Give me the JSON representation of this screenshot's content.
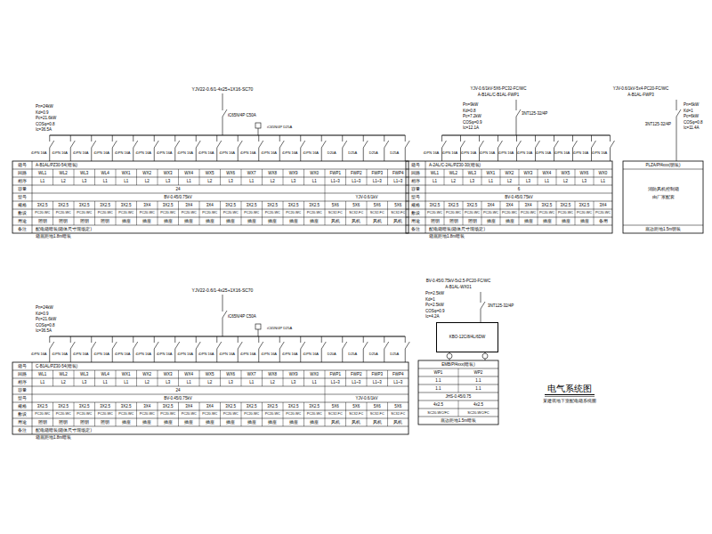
{
  "diagram": {
    "title": "电气系统图",
    "caption": "某建筑地下室配电箱系统图",
    "nodes": [
      {
        "text": [
          "KBO-12C/8/4L/6DW"
        ]
      }
    ],
    "labels": [
      "YJV22-0.6/1-4x25+1X16-SC70",
      "Pn=24kW",
      "Kd=0.9",
      "Pc=21.6kW",
      "COSφ=0.8",
      "Ic=36.5A",
      "iC65N/4P C50A",
      "iC65N/4P D25A",
      "iDPN 16A",
      "iDPN 16A",
      "iDPN 16A",
      "iDPN 16A",
      "iDPN 16A",
      "iDPN 16A",
      "iDPN 16A",
      "iDPN 16A",
      "iDPN 16A",
      "iDPN 16A",
      "iDPN 16A",
      "iDPN 16A",
      "iDPN 16A",
      "iDPN 16A",
      "D20A",
      "D25A",
      "D25A",
      "D25A",
      "A-B1AL/PZ30-54(暗装)",
      "箱号",
      "回路",
      "相序",
      "容量",
      "型号",
      "规格",
      "敷设",
      "用途",
      "备注",
      "WL1",
      "WL2",
      "WL3",
      "WL4",
      "WX1",
      "WX2",
      "WX3",
      "WX4",
      "WX5",
      "WX6",
      "WX7",
      "WX8",
      "WX9",
      "WX0",
      "FWP1",
      "FWP2",
      "FWP3",
      "FWP4",
      "L1",
      "L2",
      "L3",
      "L1",
      "L1",
      "L2",
      "L3",
      "L1",
      "L2",
      "L3",
      "L1",
      "L2",
      "L3",
      "L1",
      "L1~3",
      "L1~3",
      "L1~3",
      "L1~3",
      "24",
      "BV-0.45/0.75kV",
      "YJV-0.6/1kV",
      "3X2.5",
      "3X2.5",
      "3X2.5",
      "3X2.5",
      "3X2.5",
      "3X4",
      "3X2.5",
      "3X4",
      "3X4",
      "3X2.5",
      "3X2.5",
      "3X2.5",
      "3X2.5",
      "3X2.5",
      "5X6",
      "5X6",
      "5X6",
      "5X6",
      "PC20-WC",
      "PC20-WC",
      "PC20-WC",
      "PC20-WC",
      "PC20-WC",
      "PC20-WC",
      "PC20-WC",
      "PC20-WC",
      "PC20-WC",
      "PC20-WC",
      "PC20-WC",
      "PC20-WC",
      "PC20-WC",
      "PC20-WC",
      "SC32-FC",
      "SC32-FC",
      "SC32-FC",
      "SC32-FC",
      "照明",
      "照明",
      "照明",
      "照明",
      "插座",
      "插座",
      "插座",
      "插座",
      "插座",
      "插座",
      "插座",
      "插座",
      "插座",
      "插座",
      "风机",
      "风机",
      "风机",
      "风机",
      "配电箱暗装(箱体尺寸现场定)",
      "箱底距地1.8m暗装",
      "YJV-0.6/1kV-5X6-PC32-FC/WC",
      "A-B1AL/C-B1AL-FWP1",
      "Pn=9kW",
      "Kd=0.8",
      "Pc=7.2kW",
      "COSφ=0.9",
      "Ic=12.1A",
      "3NT125-32/4P",
      "iDPN 16A",
      "iDPN 16A",
      "iDPN 16A",
      "iDPN 16A",
      "iDPN 16A",
      "iDPN 16A",
      "iDPN 16A",
      "iDPN 16A",
      "iDPN 16A",
      "iDPN 16A",
      "A-2AL/C-2AL/PZ30-30(暗装)",
      "箱号",
      "回路",
      "相序",
      "容量",
      "型号",
      "规格",
      "敷设",
      "用途",
      "备注",
      "WL1",
      "WL2",
      "WL3",
      "WX1",
      "WX2",
      "WX3",
      "WX4",
      "WX5",
      "WX6",
      "WX0",
      "L1",
      "L2",
      "L3",
      "L1",
      "L2",
      "L3",
      "L1",
      "L2",
      "L3",
      "L1",
      "6",
      "BV-0.45/0.75kV",
      "3X2.5",
      "3X2.5",
      "3X2.5",
      "3X4",
      "3X4",
      "3X4",
      "3X2.5",
      "3X2.5",
      "3X2.5",
      "3X4",
      "PC20-WC",
      "PC20-WC",
      "PC20-WC",
      "PC20-WC",
      "PC20-WC",
      "PC20-WC",
      "PC20-WC",
      "PC20-WC",
      "PC20-WC",
      "PC20-WC",
      "照明",
      "照明",
      "照明",
      "插座",
      "插座",
      "插座",
      "插座",
      "插座",
      "插座",
      "备用",
      "配电箱暗装(箱体尺寸现场定)",
      "箱底距地1.8m暗装",
      "YJV-0.6/1kV-5x4-PC20-FC/WC",
      "A-B1AL-FWP3",
      "3NT125-32/4P",
      "Pn=6kW",
      "Kd=1",
      "Pc=6kW",
      "COSφ=0.8",
      "Ic=11.4A",
      "PLZA/Pf4xxx(明装)",
      "消防风机控制箱",
      "由厂家配套",
      "底边距地1.5m明装",
      "YJV22-0.6/1-4x25+1X16-SC70",
      "Pn=24kW",
      "Kd=0.9",
      "Pc=21.6kW",
      "COSφ=0.8",
      "Ic=36.5A",
      "iC65N/4P C50A",
      "iC65N/4P D25A",
      "iDPN 16A",
      "iDPN 16A",
      "iDPN 16A",
      "iDPN 16A",
      "iDPN 16A",
      "iDPN 16A",
      "iDPN 16A",
      "iDPN 16A",
      "iDPN 16A",
      "iDPN 16A",
      "iDPN 16A",
      "iDPN 16A",
      "iDPN 16A",
      "iDPN 16A",
      "D20A",
      "D25A",
      "D25A",
      "D25A",
      "C-B1AL/PZ30-54(暗装)",
      "箱号",
      "回路",
      "相序",
      "容量",
      "型号",
      "规格",
      "敷设",
      "用途",
      "备注",
      "WL1",
      "WL2",
      "WL3",
      "WL4",
      "WX1",
      "WX2",
      "WX3",
      "WX4",
      "WX5",
      "WX6",
      "WX7",
      "WX8",
      "WX9",
      "WX0",
      "FWP1",
      "FWP2",
      "FWP3",
      "FWP4",
      "L1",
      "L2",
      "L3",
      "L1",
      "L1",
      "L2",
      "L3",
      "L1",
      "L2",
      "L3",
      "L1",
      "L2",
      "L3",
      "L1",
      "L1~3",
      "L1~3",
      "L1~3",
      "L1~3",
      "24",
      "BV-0.45/0.75kV",
      "YJV-0.6/1kV",
      "3X2.5",
      "3X2.5",
      "3X2.5",
      "3X2.5",
      "3X2.5",
      "3X4",
      "3X2.5",
      "3X4",
      "3X4",
      "3X2.5",
      "3X2.5",
      "3X2.5",
      "3X2.5",
      "3X2.5",
      "5X6",
      "5X6",
      "5X6",
      "5X6",
      "PC20-WC",
      "PC20-WC",
      "PC20-WC",
      "PC20-WC",
      "PC20-WC",
      "PC20-WC",
      "PC20-WC",
      "PC20-WC",
      "PC20-WC",
      "PC20-WC",
      "PC20-WC",
      "PC20-WC",
      "PC20-WC",
      "PC20-WC",
      "SC32-FC",
      "SC32-FC",
      "SC32-FC",
      "SC32-FC",
      "照明",
      "照明",
      "照明",
      "照明",
      "插座",
      "插座",
      "插座",
      "插座",
      "插座",
      "插座",
      "插座",
      "插座",
      "插座",
      "插座",
      "风机",
      "风机",
      "风机",
      "风机",
      "配电箱暗装(箱体尺寸现场定)",
      "箱底距地1.8m暗装",
      "BV-0.45/0.75kV-5x2.5-PC20-FC/WC",
      "A-B1AL-WX01",
      "Pn=2.5kW",
      "Kd=1",
      "Pc=2.5kW",
      "COSφ=0.9",
      "Ic=4.2A",
      "3NT125-32/4P",
      "EMB/Pf4xxx(暗装)",
      "WP1",
      "WP2",
      "1.1",
      "1.1",
      "1.1",
      "1.1",
      "JHS-0.45/0.75",
      "4x2.5",
      "4x2.5",
      "SC20-WC/FC",
      "SC20-WC/FC",
      "底边距地1.5m暗装"
    ]
  }
}
